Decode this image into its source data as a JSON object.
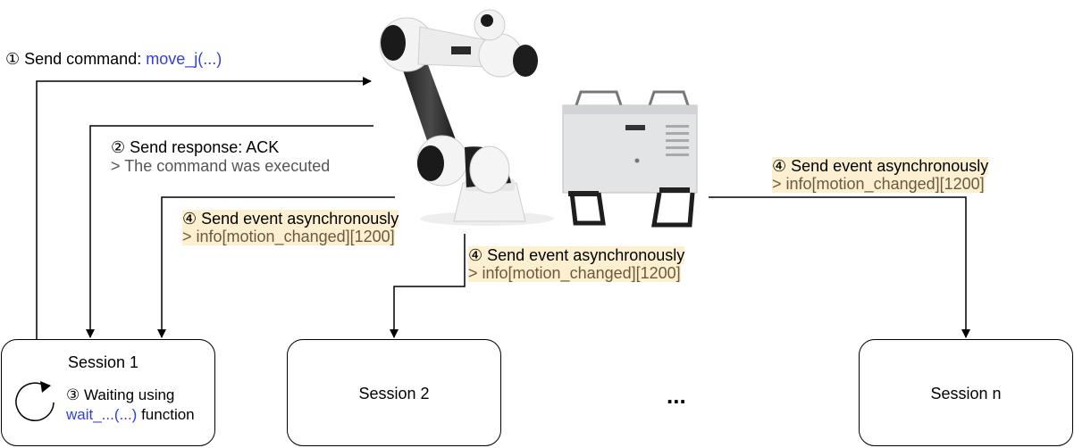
{
  "labels": {
    "send_command_prefix": "① Send command: ",
    "send_command_fn": "move_j(...)",
    "send_response": "② Send response: ACK",
    "send_response_detail": "> The command was executed",
    "event_title": "④ Send event asynchronously",
    "event_detail": "> info[motion_changed][1200]",
    "waiting_prefix": "③ Waiting using",
    "waiting_fn": "wait_...(...)",
    "waiting_suffix": " function"
  },
  "sessions": {
    "s1": "Session 1",
    "s2": "Session 2",
    "ellipsis": "...",
    "sn": "Session n"
  },
  "colors": {
    "function_text": "#2f3fdc",
    "event_highlight": "#fdf0d0",
    "detail_text": "#6b5a3a"
  },
  "icons": [
    "robot-arm-image",
    "control-box-image",
    "refresh-cycle-icon"
  ]
}
